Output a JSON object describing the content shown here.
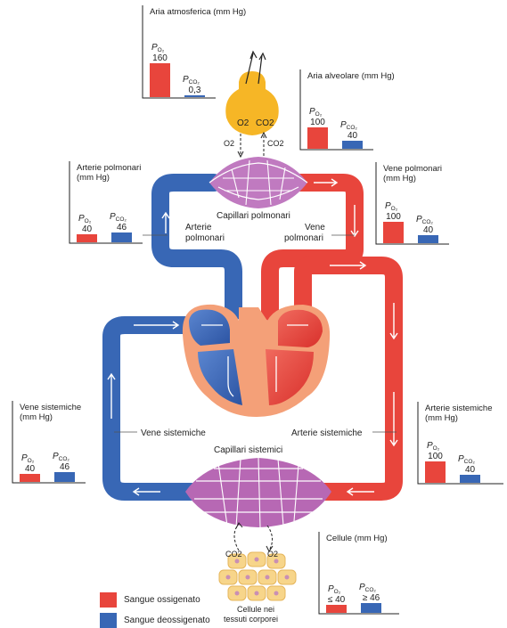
{
  "colors": {
    "oxygenated": "#e8453c",
    "deoxygenated": "#3867b5",
    "capillary": "#b768b4",
    "heart_outer": "#f4a078",
    "lung_sac": "#f6b626"
  },
  "lungs": {
    "o2": "O2",
    "co2": "CO2"
  },
  "tissues": {
    "co2": "CO2",
    "o2": "O2",
    "label_line1": "Cellule nei",
    "label_line2": "tessuti corporei"
  },
  "labels": {
    "capillari_polmonari": "Capillari polmonari",
    "arterie_polmonari_1": "Arterie",
    "arterie_polmonari_2": "polmonari",
    "vene_polmonari_1": "Vene",
    "vene_polmonari_2": "polmonari",
    "vene_sistemiche": "Vene sistemiche",
    "arterie_sistemiche": "Arterie sistemiche",
    "capillari_sistemici": "Capillari sistemici"
  },
  "boxes": [
    {
      "id": "atm",
      "title1": "Aria atmosferica (mm Hg)",
      "title2": "",
      "po2": "160",
      "pco2": "0,3",
      "po2_num": 160,
      "pco2_num": 0.3
    },
    {
      "id": "alv",
      "title1": "Aria alveolare (mm Hg)",
      "title2": "",
      "po2": "100",
      "pco2": "40",
      "po2_num": 100,
      "pco2_num": 40
    },
    {
      "id": "art_polm",
      "title1": "Arterie polmonari",
      "title2": "(mm Hg)",
      "po2": "40",
      "pco2": "46",
      "po2_num": 40,
      "pco2_num": 46
    },
    {
      "id": "ven_polm",
      "title1": "Vene polmonari",
      "title2": "(mm Hg)",
      "po2": "100",
      "pco2": "40",
      "po2_num": 100,
      "pco2_num": 40
    },
    {
      "id": "ven_sist",
      "title1": "Vene sistemiche",
      "title2": "(mm Hg)",
      "po2": "40",
      "pco2": "46",
      "po2_num": 40,
      "pco2_num": 46
    },
    {
      "id": "art_sist",
      "title1": "Arterie sistemiche",
      "title2": "(mm Hg)",
      "po2": "100",
      "pco2": "40",
      "po2_num": 100,
      "pco2_num": 40
    },
    {
      "id": "cell",
      "title1": "Cellule (mm Hg)",
      "title2": "",
      "po2": "≤ 40",
      "pco2": "≥ 46",
      "po2_num": 40,
      "pco2_num": 46
    }
  ],
  "legend": {
    "oxygenated": "Sangue ossigenato",
    "deoxygenated": "Sangue deossigenato"
  }
}
